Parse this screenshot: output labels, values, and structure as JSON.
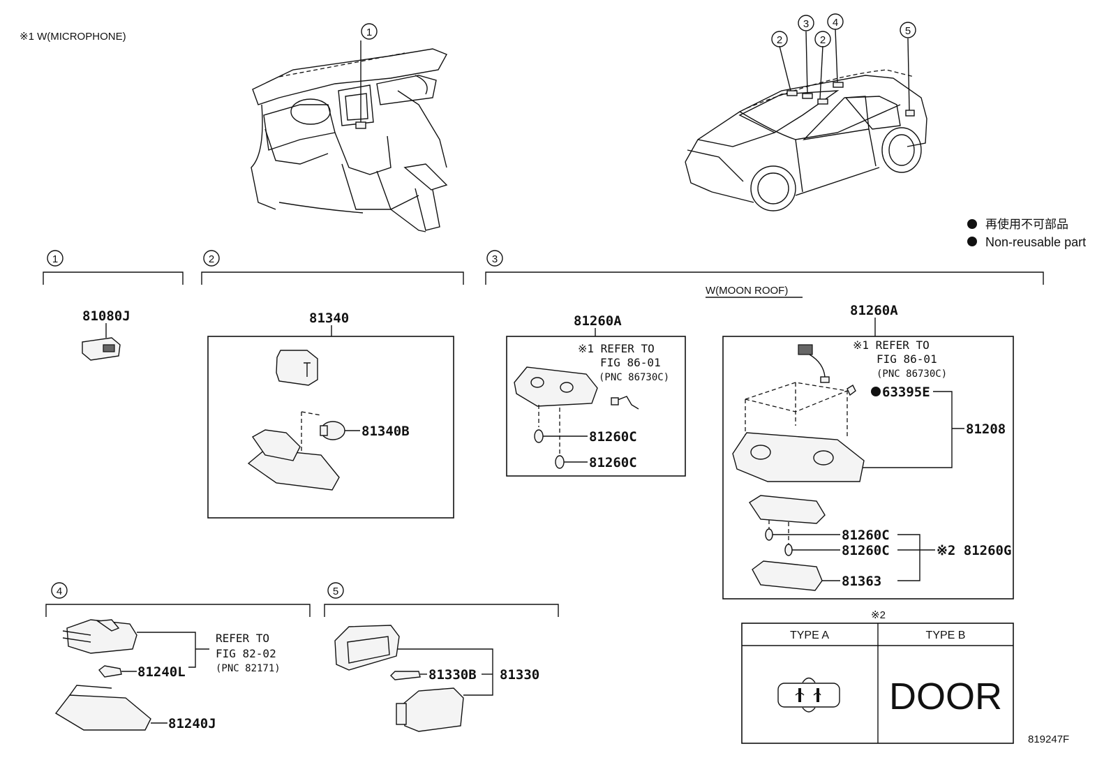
{
  "header": {
    "note1": "※1 W(MICROPHONE)",
    "legend_jp": "再使用不可部品",
    "legend_en": "Non-reusable part",
    "figure_id": "819247F"
  },
  "callouts": [
    "1",
    "2",
    "2",
    "3",
    "4",
    "5",
    "1",
    "2",
    "3",
    "4",
    "5"
  ],
  "section1": {
    "num": "1",
    "part": "81080J"
  },
  "section2": {
    "num": "2",
    "assy": "81340",
    "bulb": "81340B"
  },
  "section3": {
    "num": "3",
    "moon_roof": "W(MOON ROOF)",
    "left": {
      "assy": "81260A",
      "ref1": "※1 REFER TO",
      "ref2": "FIG 86-01",
      "ref3": "(PNC 86730C)",
      "bulb1": "81260C",
      "bulb2": "81260C"
    },
    "right": {
      "assy": "81260A",
      "ref1": "※1 REFER TO",
      "ref2": "FIG 86-01",
      "ref3": "(PNC 86730C)",
      "clip": "63395E",
      "housing": "81208",
      "bulb1": "81260C",
      "bulb2": "81260C",
      "lens": "81363",
      "sub": "※2 81260G"
    }
  },
  "section4": {
    "num": "4",
    "ref1": "REFER TO",
    "ref2": "FIG 82-02",
    "ref3": "(PNC 82171)",
    "bulb": "81240L",
    "lamp": "81240J"
  },
  "section5": {
    "num": "5",
    "bulb": "81330B",
    "lamp": "81330"
  },
  "type_table": {
    "note": "※2",
    "type_a": "TYPE A",
    "type_b": "TYPE B",
    "type_b_text": "DOOR"
  }
}
